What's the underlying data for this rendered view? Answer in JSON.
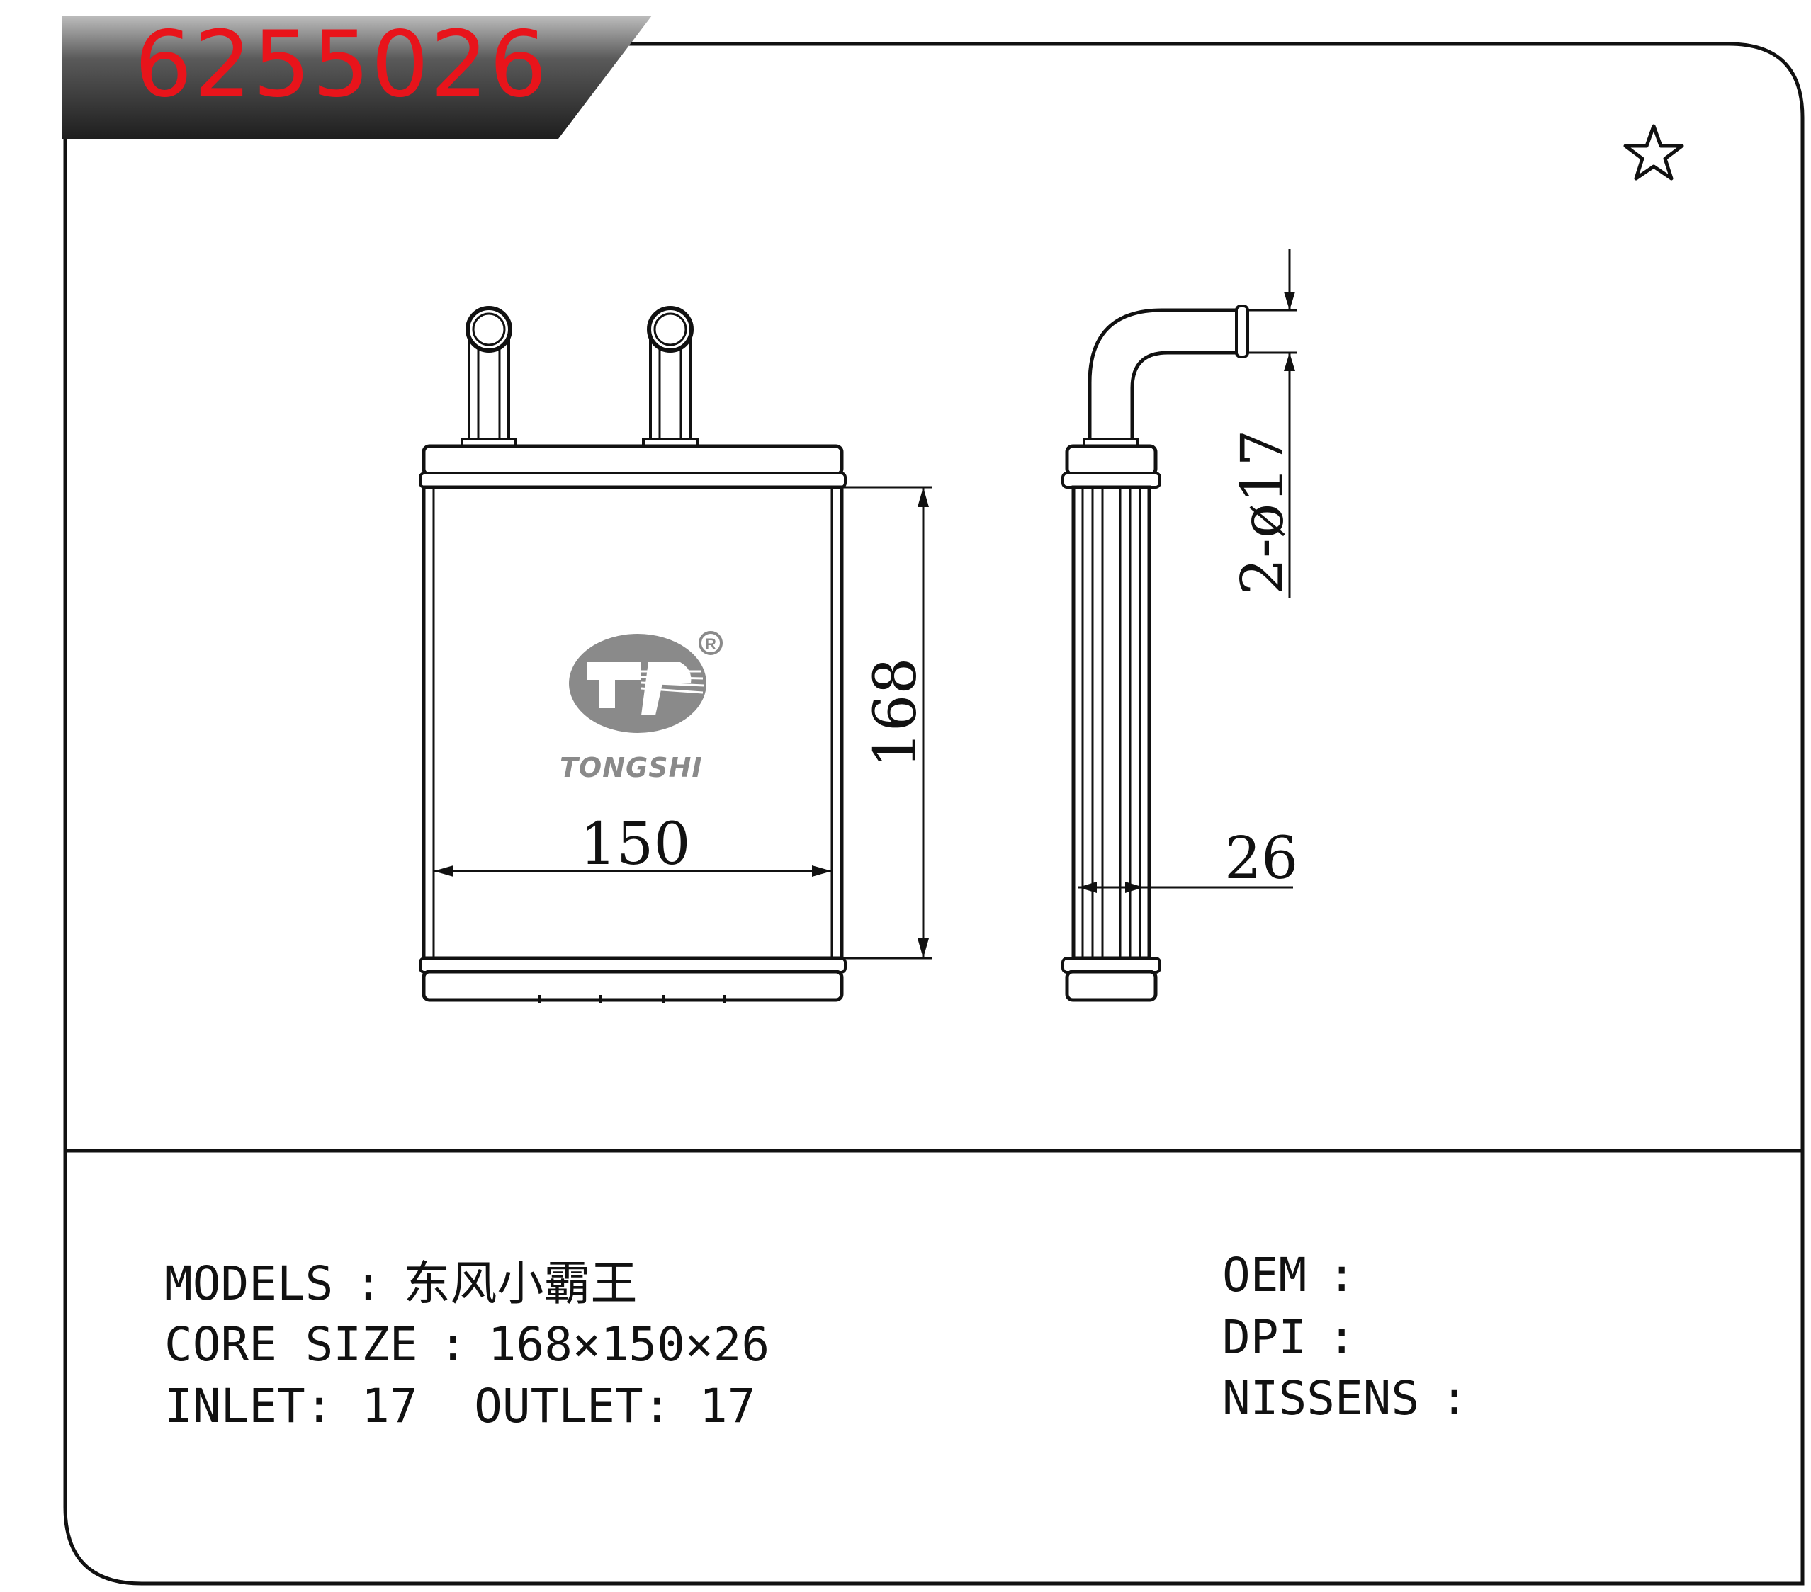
{
  "part_number": "6255026",
  "icons": {
    "favorite": "star-outline-icon",
    "brand": "tongshi-logo",
    "registered": "registered-mark-icon"
  },
  "colors": {
    "part_number": "#e8141b",
    "header_band": "#3a3a3a",
    "line": "#111111",
    "logo": "#8a8a8a"
  },
  "drawing": {
    "brand_text": "TONGSHI",
    "registered_mark": "R",
    "dim_height": "168",
    "dim_width": "150",
    "dim_depth": "26",
    "dim_pipe": "2-ø17"
  },
  "specs": {
    "models_label": "MODELS",
    "models_value": "东风小霸王",
    "core_label": "CORE SIZE",
    "core_value": "168×150×26",
    "inlet_label": "INLET:",
    "inlet_value": "17",
    "outlet_label": "OUTLET:",
    "outlet_value": "17",
    "oem_label": "OEM",
    "oem_value": "",
    "dpi_label": "DPI",
    "dpi_value": "",
    "nissens_label": "NISSENS",
    "nissens_value": "",
    "colon": ":"
  }
}
